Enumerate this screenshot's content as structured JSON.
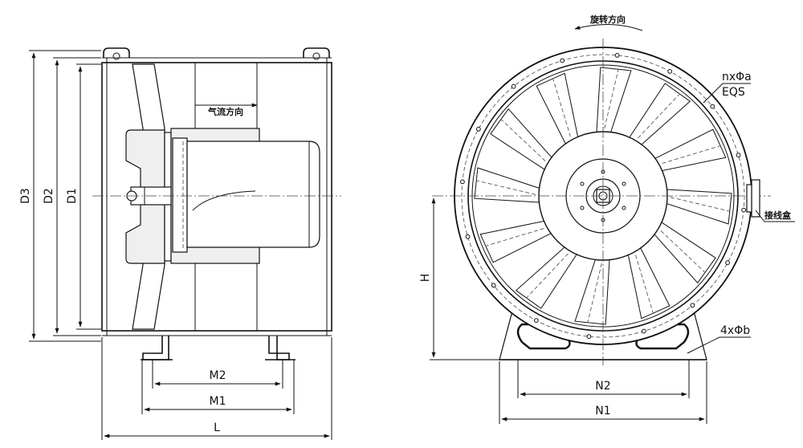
{
  "side_view": {
    "dims": {
      "d3": "D3",
      "d2": "D2",
      "d1": "D1",
      "m2": "M2",
      "m1": "M1",
      "l": "L"
    },
    "airflow_label": "气流方向"
  },
  "front_view": {
    "rotation_label": "旋转方向",
    "flange_holes_label": "nxΦa",
    "flange_holes_sub": "EQS",
    "junction_box_label": "接线盒",
    "base_holes_label": "4xΦb",
    "dims": {
      "h": "H",
      "n2": "N2",
      "n1": "N1"
    },
    "blade_count": 12
  },
  "colors": {
    "line": "#111111",
    "fill": "#efefef",
    "background": "#ffffff"
  }
}
